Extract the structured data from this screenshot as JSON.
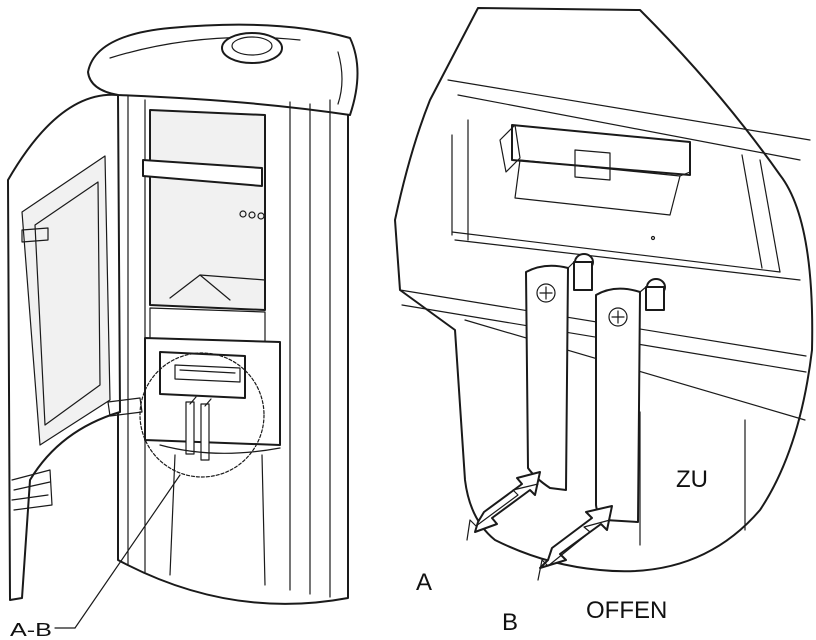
{
  "labels": {
    "section_marker": "A-B",
    "zu": "ZU",
    "offen": "OFFEN",
    "a": "A",
    "b": "B"
  }
}
